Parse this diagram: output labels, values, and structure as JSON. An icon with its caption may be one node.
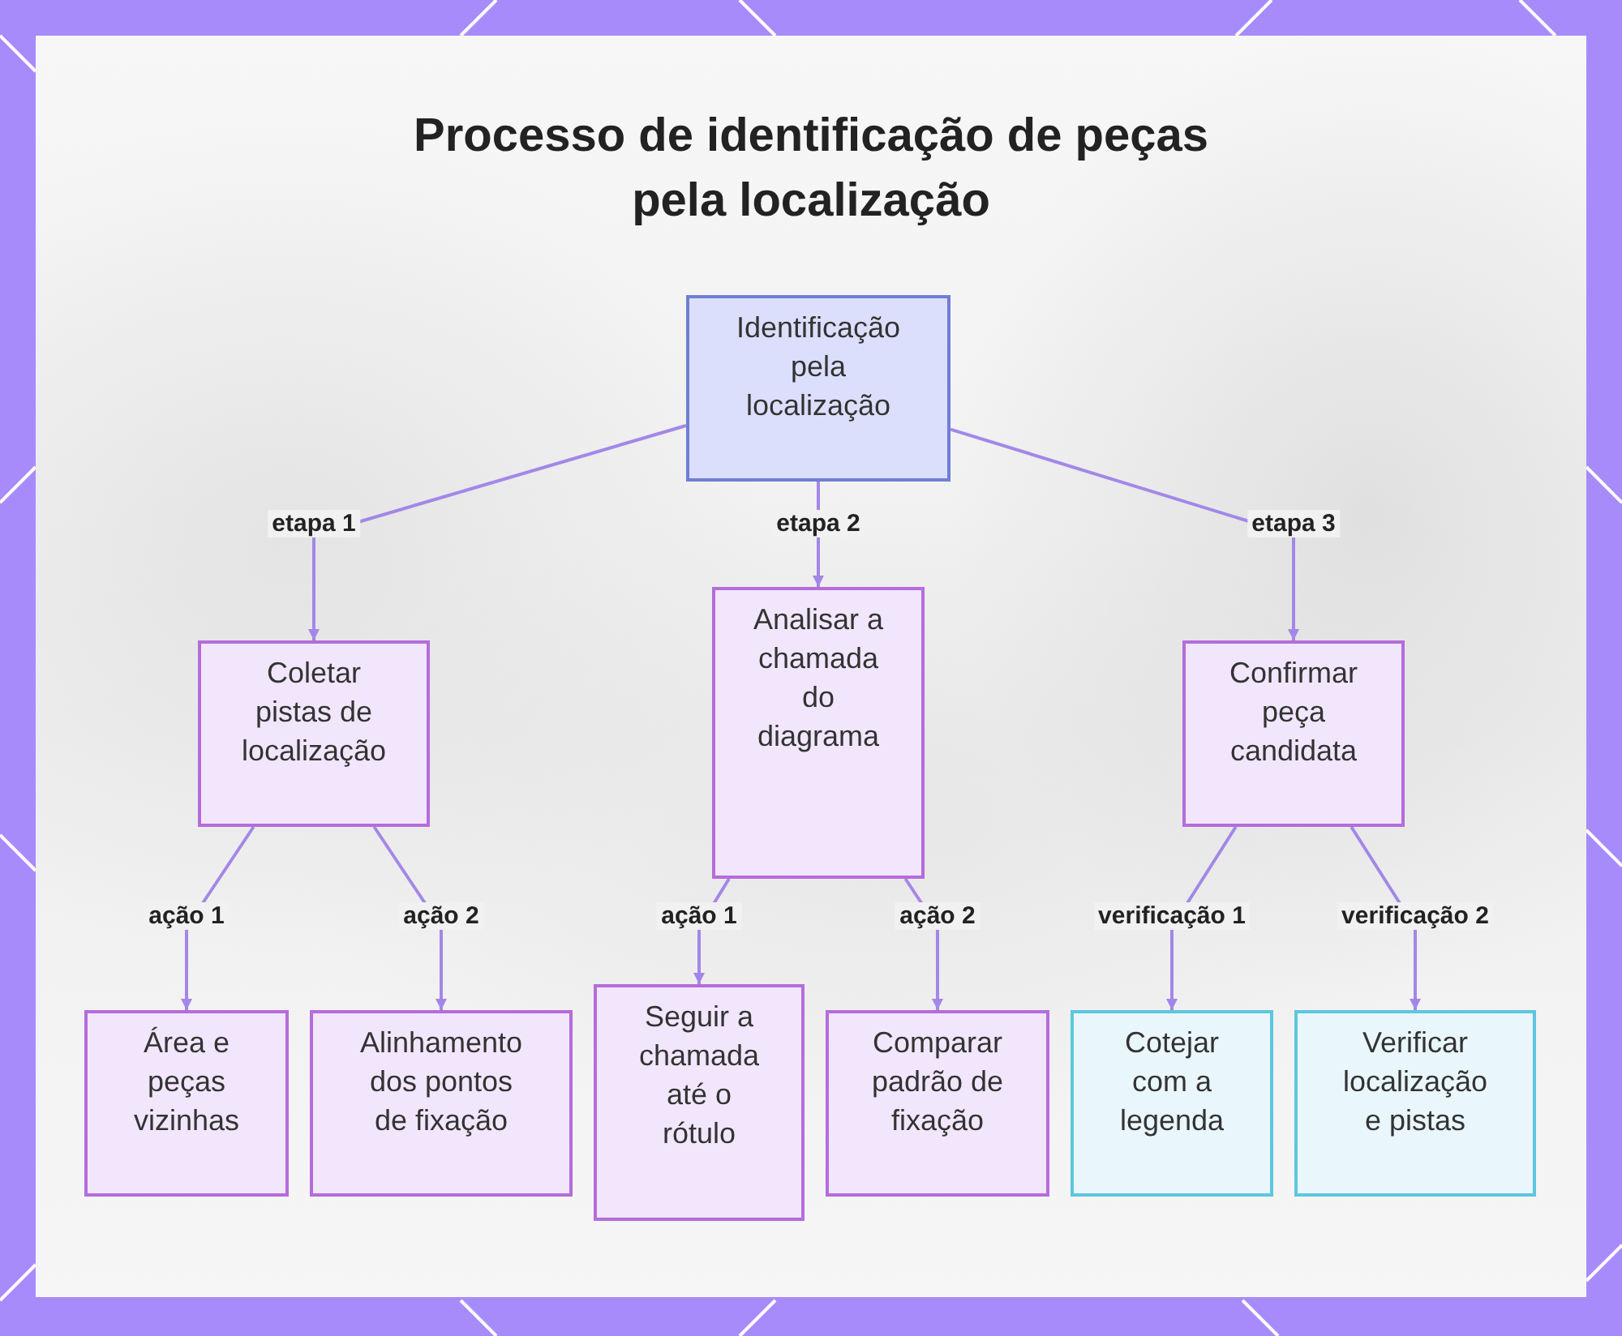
{
  "diagram": {
    "title": "Processo de identificação de peças pela localização",
    "nodes": [
      {
        "text": [
          "Identificação pela localização"
        ]
      },
      {
        "text": [
          "Coletar pistas de localização"
        ]
      },
      {
        "text": [
          "Analisar a chamada do diagrama"
        ]
      },
      {
        "text": [
          "Confirmar peça candidata"
        ]
      },
      {
        "text": [
          "Área e peças vizinhas"
        ]
      },
      {
        "text": [
          "Alinhamento dos pontos de fixação"
        ]
      },
      {
        "text": [
          "Seguir a chamada até o rótulo"
        ]
      },
      {
        "text": [
          "Comparar padrão de fixação"
        ]
      },
      {
        "text": [
          "Cotejar com a legenda"
        ]
      },
      {
        "text": [
          "Verificar localização e pistas"
        ]
      }
    ],
    "edges": [
      {
        "from": 0,
        "to": 1,
        "arrow": "to",
        "label": "etapa 1"
      },
      {
        "from": 0,
        "to": 2,
        "arrow": "to",
        "label": "etapa 2"
      },
      {
        "from": 0,
        "to": 3,
        "arrow": "to",
        "label": "etapa 3"
      },
      {
        "from": 1,
        "to": 4,
        "arrow": "to",
        "label": "ação 1"
      },
      {
        "from": 1,
        "to": 5,
        "arrow": "to",
        "label": "ação 2"
      },
      {
        "from": 2,
        "to": 6,
        "arrow": "to",
        "label": "ação 1"
      },
      {
        "from": 2,
        "to": 7,
        "arrow": "to",
        "label": "ação 2"
      },
      {
        "from": 3,
        "to": 8,
        "arrow": "to",
        "label": "verificação 1"
      },
      {
        "from": 3,
        "to": 9,
        "arrow": "to",
        "label": "verificação 2"
      }
    ]
  }
}
